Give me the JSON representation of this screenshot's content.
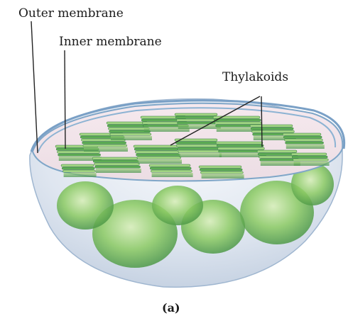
{
  "labels": {
    "outer_membrane": "Outer membrane",
    "inner_membrane": "Inner membrane",
    "thylakoids": "Thylakoids"
  },
  "caption": "(a)",
  "colors": {
    "stroma": "#f4e6ea",
    "membrane": "#9fc0d8",
    "granum_light": "#cfe9b0",
    "granum_mid": "#7fc25a",
    "granum_dark": "#3f8f45",
    "shell_light": "#eef3f8",
    "shell_shadow": "#c9d6e6"
  }
}
